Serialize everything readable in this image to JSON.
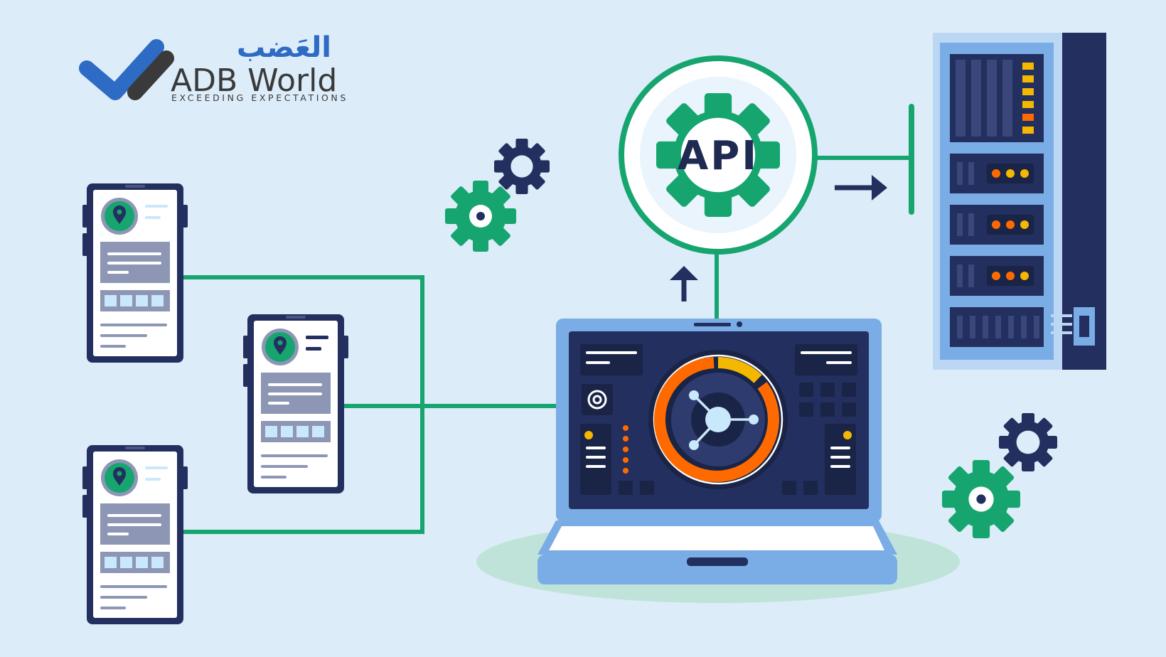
{
  "logo": {
    "arabic": "العَضب",
    "name": "ADB World",
    "tagline": "EXCEEDING EXPECTATIONS"
  },
  "api_badge": {
    "label": "API"
  },
  "colors": {
    "background": "#dcecf9",
    "green": "#16a56f",
    "navy": "#232f5e",
    "blue": "#7aace6",
    "orange": "#ff6a00",
    "yellow": "#f5b800"
  },
  "icons": [
    "checkmark-logo-icon",
    "gear-icon",
    "location-pin-icon",
    "arrow-up-icon",
    "arrow-right-icon",
    "server-rack-icon",
    "laptop-icon",
    "phone-icon"
  ]
}
